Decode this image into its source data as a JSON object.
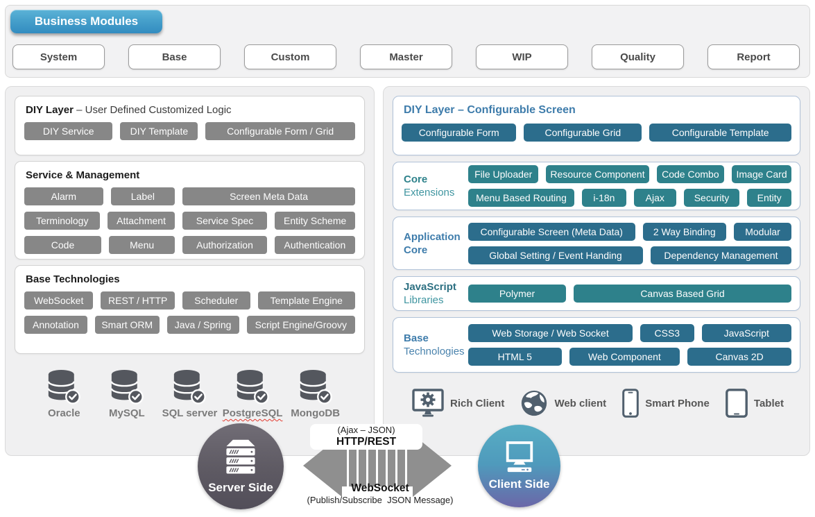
{
  "colors": {
    "brand_blue_top": "#5cb3d7",
    "brand_blue_bottom": "#338cc0",
    "gray_chip": "#878787",
    "dark_teal_chip": "#2c6d8c",
    "green_teal_chip": "#2e818b",
    "accent_blue": "#3e7cab",
    "accent_teal": "#2e828b",
    "arrow_gray": "#8f8f8f",
    "icon_slate": "#51606e",
    "db_gray": "#54575e",
    "server_circle_top": "#716d76",
    "server_circle_bottom": "#524e59",
    "client_circle_top": "#57adc4",
    "client_circle_bottom": "#6b67a8"
  },
  "icons": {
    "database": "db-cylinder-with-check",
    "rich_client": "monitor-with-gear",
    "web_client": "globe",
    "smart_phone": "smartphone",
    "tablet": "tablet",
    "server": "server-rack",
    "client": "desktop-computer",
    "link": "double-headed-striped-arrow"
  },
  "top_bar": {
    "brand": "Business Modules",
    "modules": [
      "System",
      "Base",
      "Custom",
      "Master",
      "WIP",
      "Quality",
      "Report"
    ]
  },
  "server_panel": {
    "diy": {
      "title_bold": "DIY Layer",
      "title_rest": "– User Defined Customized Logic",
      "buttons": [
        "DIY Service",
        "DIY Template",
        "Configurable Form / Grid"
      ]
    },
    "svc": {
      "title": "Service & Management",
      "rows": [
        [
          "Alarm",
          "Label",
          "Screen Meta Data"
        ],
        [
          "Terminology",
          "Attachment",
          "Service Spec",
          "Entity Scheme"
        ],
        [
          "Code",
          "Menu",
          "Authorization",
          "Authentication"
        ]
      ]
    },
    "base": {
      "title": "Base Technologies",
      "rows": [
        [
          "WebSocket",
          "REST / HTTP",
          "Scheduler",
          "Template Engine"
        ],
        [
          "Annotation",
          "Smart ORM",
          "Java / Spring",
          "Script Engine/Groovy"
        ]
      ]
    },
    "databases": [
      "Oracle",
      "MySQL",
      "SQL server",
      "PostgreSQL",
      "MongoDB"
    ]
  },
  "client_panel": {
    "diy": {
      "title": "DIY Layer – Configurable Screen",
      "buttons": [
        "Configurable Form",
        "Configurable Grid",
        "Configurable Template"
      ]
    },
    "core_ext": {
      "label_line1": "Core",
      "label_line2": "Extensions",
      "rows": [
        [
          "File Uploader",
          "Resource Component",
          "Code Combo",
          "Image Card"
        ],
        [
          "Menu Based Routing",
          "i-18n",
          "Ajax",
          "Security",
          "Entity"
        ]
      ]
    },
    "app_core": {
      "label_line1": "Application",
      "label_line2": "Core",
      "rows": [
        [
          "Configurable Screen (Meta Data)",
          "2 Way Binding",
          "Modular"
        ],
        [
          "Global Setting / Event Handing",
          "Dependency Management"
        ]
      ]
    },
    "js_libs": {
      "label_line1": "JavaScript",
      "label_line2": "Libraries",
      "rows": [
        [
          "Polymer",
          "Canvas Based Grid"
        ]
      ]
    },
    "base_tech": {
      "label_line1": "Base",
      "label_line2": "Technologies",
      "rows": [
        [
          "Web Storage / Web Socket",
          "CSS3",
          "JavaScript"
        ],
        [
          "HTML 5",
          "Web Component",
          "Canvas 2D"
        ]
      ]
    },
    "clients": [
      "Rich Client",
      "Web client",
      "Smart Phone",
      "Tablet"
    ]
  },
  "communication": {
    "server_label": "Server Side",
    "client_label": "Client Side",
    "ajax_note": "(Ajax – JSON)",
    "http_label": "HTTP/REST",
    "ws_label": "WebSocket",
    "ws_note": "(Publish/Subscribe  JSON Message)"
  }
}
